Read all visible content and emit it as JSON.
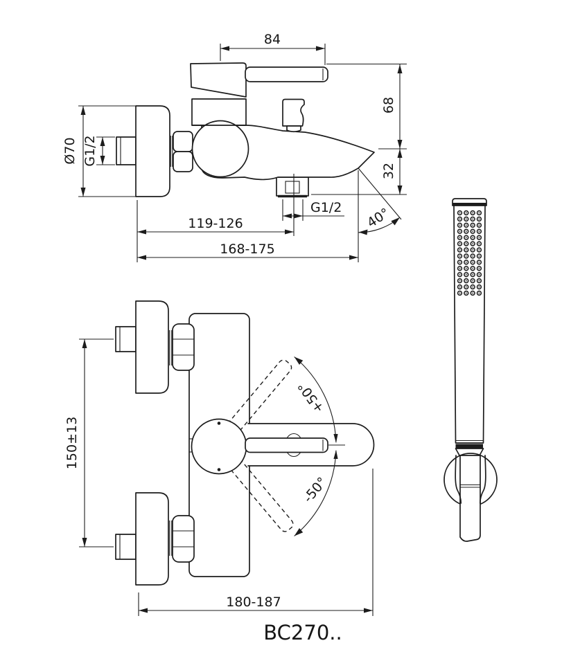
{
  "drawing": {
    "product_code": "BC270..",
    "line_color": "#1c1c1c",
    "background_color": "#ffffff",
    "side_view": {
      "dims": {
        "lever_length": "84",
        "height_above_axis": "68",
        "height_below_axis": "32",
        "escutcheon_diameter": "Ø70",
        "inlet_thread": "G1/2",
        "outlet_thread": "G1/2",
        "wall_to_outlet": "119-126",
        "wall_to_spout": "168-175",
        "spout_angle": "40°"
      }
    },
    "front_view": {
      "dims": {
        "inlet_center_distance": "150±13",
        "handle_swing_up": "+50°",
        "handle_swing_down": "-50°",
        "overall_width": "180-187"
      }
    }
  }
}
